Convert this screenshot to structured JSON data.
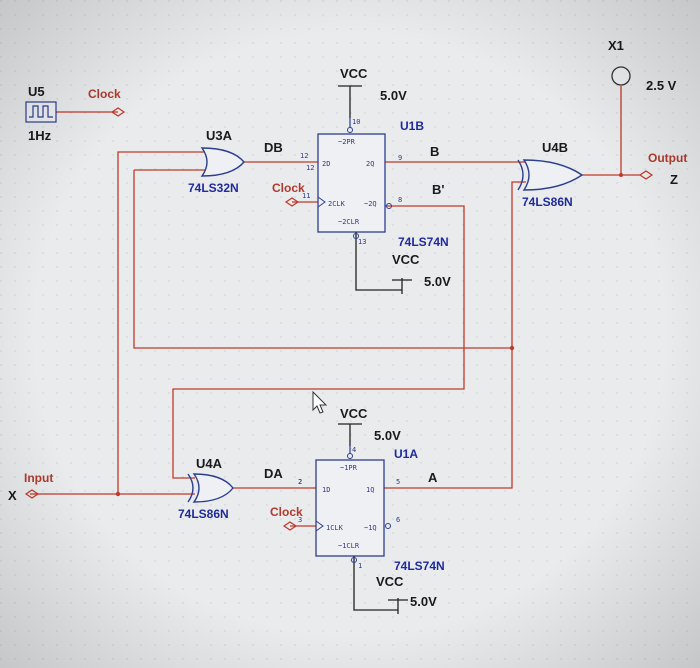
{
  "components": {
    "u5": {
      "ref": "U5",
      "net": "Clock",
      "freq": "1Hz"
    },
    "x1": {
      "ref": "X1",
      "value": "2.5 V"
    },
    "u3a": {
      "ref": "U3A",
      "type": "74LS32N",
      "out_net": "DB",
      "out_pin": "12"
    },
    "u1b": {
      "ref": "U1B",
      "type": "74LS74N",
      "vcc_label": "VCC",
      "vcc_value": "5.0V",
      "gnd_vcc_label": "VCC",
      "gnd_vcc_value": "5.0V",
      "pins": {
        "pr": "~2PR",
        "d": "2D",
        "q": "2Q",
        "clk": "2CLK",
        "qn": "~2Q",
        "clr": "~2CLR"
      },
      "pin_nums": {
        "pr": "10",
        "d": "12",
        "q": "9",
        "clk": "11",
        "qn": "8",
        "clr": "13"
      },
      "clock_net": "Clock",
      "q_net": "B",
      "qn_net": "B'"
    },
    "u4b": {
      "ref": "U4B",
      "type": "74LS86N",
      "out_net": "Output",
      "out_label": "Z"
    },
    "u1a": {
      "ref": "U1A",
      "type": "74LS74N",
      "vcc_label": "VCC",
      "vcc_value": "5.0V",
      "gnd_vcc_label": "VCC",
      "gnd_vcc_value": "5.0V",
      "pins": {
        "pr": "~1PR",
        "d": "1D",
        "q": "1Q",
        "clk": "1CLK",
        "qn": "~1Q",
        "clr": "~1CLR"
      },
      "pin_nums": {
        "pr": "4",
        "d": "2",
        "q": "5",
        "clk": "3",
        "qn": "6",
        "clr": "1"
      },
      "clock_net": "Clock",
      "q_net": "A"
    },
    "u4a": {
      "ref": "U4A",
      "type": "74LS86N",
      "out_net": "DA",
      "out_pin": "2"
    },
    "input": {
      "net": "Input",
      "label": "X"
    }
  },
  "colors": {
    "wire": "#c0392b",
    "part": "#1f2a9c",
    "background": "#e9ebec"
  }
}
